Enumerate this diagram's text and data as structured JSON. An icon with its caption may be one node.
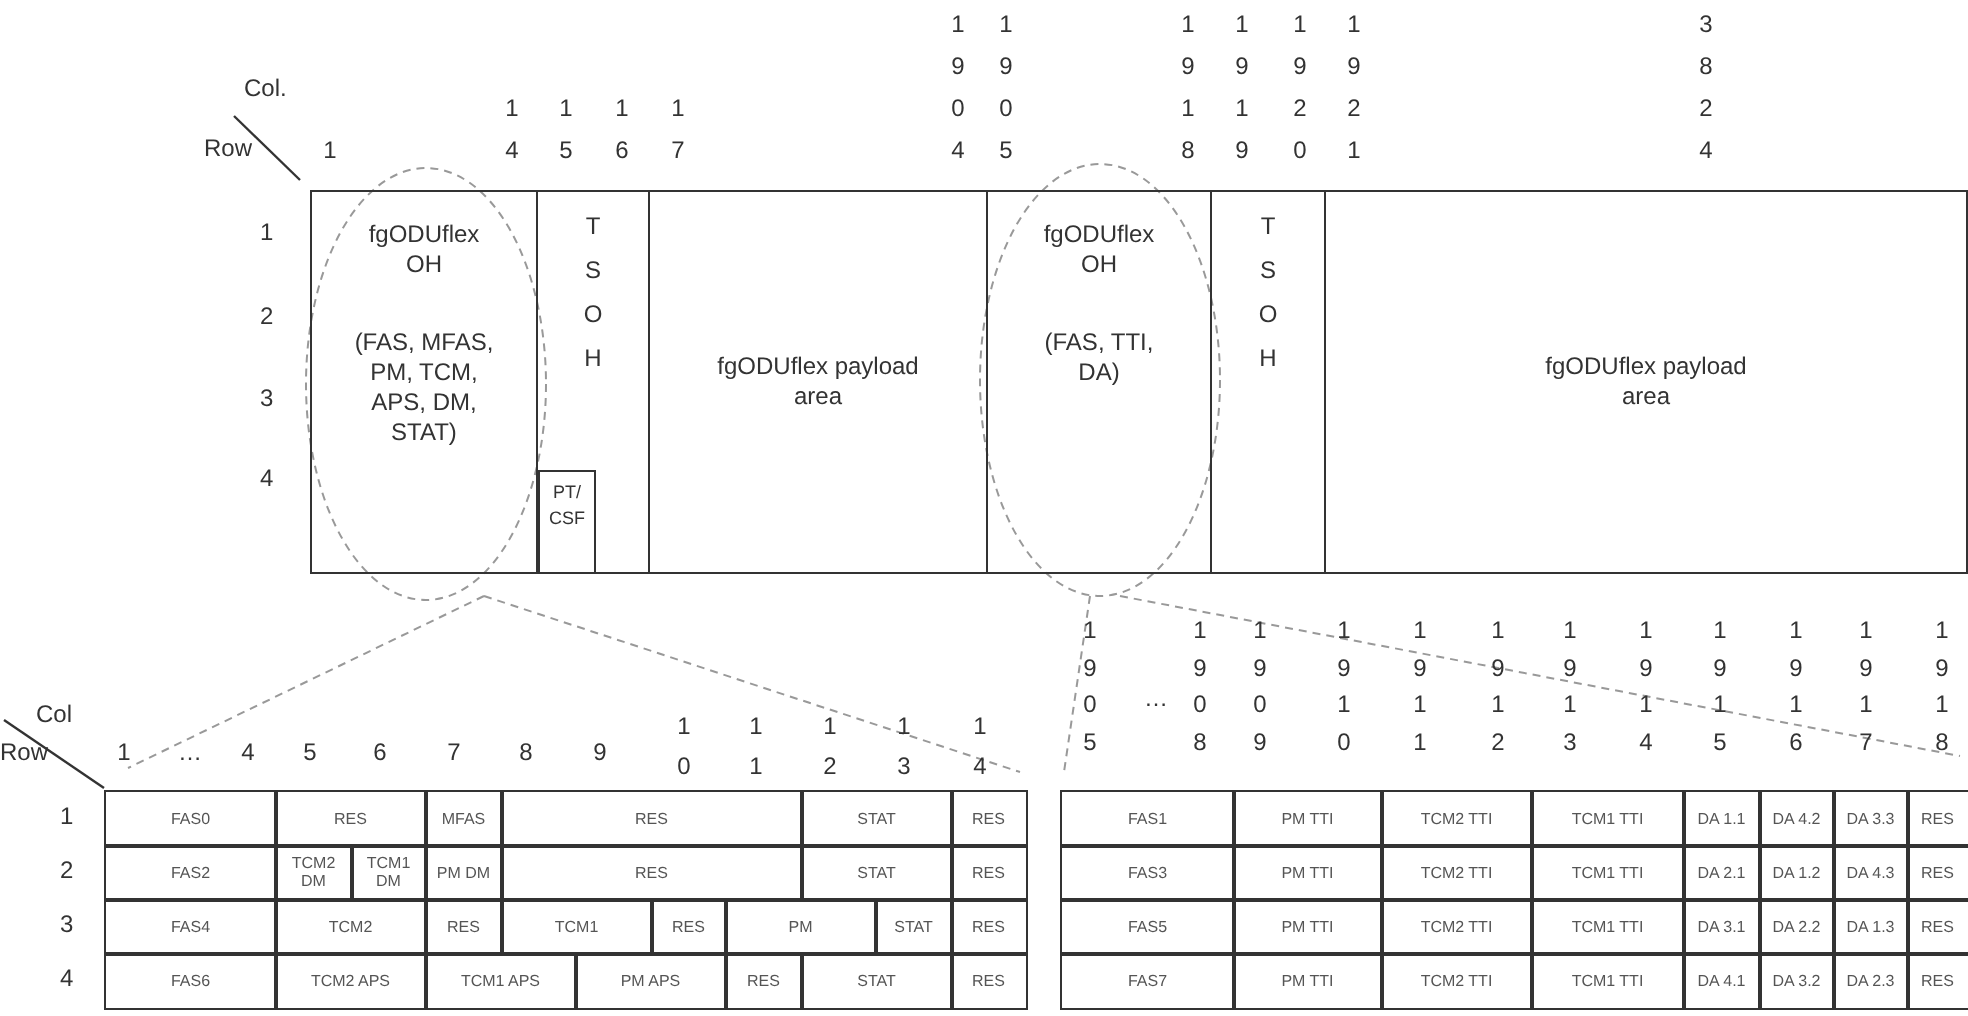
{
  "diagram": {
    "nodes": [
      {
        "text": [
          "fgODUflex OH",
          "(FAS, MFAS, PM, TCM, APS, DM, STAT)"
        ]
      },
      {
        "text": [
          "TSOH"
        ]
      },
      {
        "text": [
          "PT/CSF"
        ],
        "in": 1
      },
      {
        "text": [
          "fgODUflex payload area"
        ]
      },
      {
        "text": [
          "fgODUflex OH",
          "(FAS, TTI, DA)"
        ]
      },
      {
        "text": [
          "TSOH"
        ]
      },
      {
        "text": [
          "fgODUflex payload area"
        ]
      }
    ],
    "labels": [
      "Col.",
      "Row",
      "1",
      "14",
      "15",
      "16",
      "17",
      "1904",
      "1905",
      "1918",
      "1919",
      "1920",
      "1921",
      "3824",
      "1",
      "2",
      "3",
      "4",
      "Col",
      "Row",
      "1",
      "…",
      "4",
      "5",
      "6",
      "7",
      "8",
      "9",
      "10",
      "11",
      "12",
      "13",
      "14",
      "1",
      "2",
      "3",
      "4",
      "FAS0",
      "RES",
      "MFAS",
      "RES",
      "STAT",
      "RES",
      "FAS2",
      "TCM2 DM",
      "TCM1 DM",
      "PM DM",
      "RES",
      "STAT",
      "RES",
      "FAS4",
      "TCM2",
      "RES",
      "TCM1",
      "RES",
      "PM",
      "STAT",
      "RES",
      "FAS6",
      "TCM2 APS",
      "TCM1 APS",
      "PM APS",
      "RES",
      "STAT",
      "RES",
      "1905",
      "…",
      "1908",
      "1909",
      "1910",
      "1911",
      "1912",
      "1913",
      "1914",
      "1915",
      "1916",
      "1917",
      "1918",
      "FAS1",
      "PM TTI",
      "TCM2 TTI",
      "TCM1 TTI",
      "DA 1.1",
      "DA 4.2",
      "DA 3.3",
      "RES",
      "FAS3",
      "PM TTI",
      "TCM2 TTI",
      "TCM1 TTI",
      "DA 2.1",
      "DA 1.2",
      "DA 4.3",
      "RES",
      "FAS5",
      "PM TTI",
      "TCM2 TTI",
      "TCM1 TTI",
      "DA 3.1",
      "DA 2.2",
      "DA 1.3",
      "RES",
      "FAS7",
      "PM TTI",
      "TCM2 TTI",
      "TCM1 TTI",
      "DA 4.1",
      "DA 3.2",
      "DA 2.3",
      "RES"
    ]
  }
}
